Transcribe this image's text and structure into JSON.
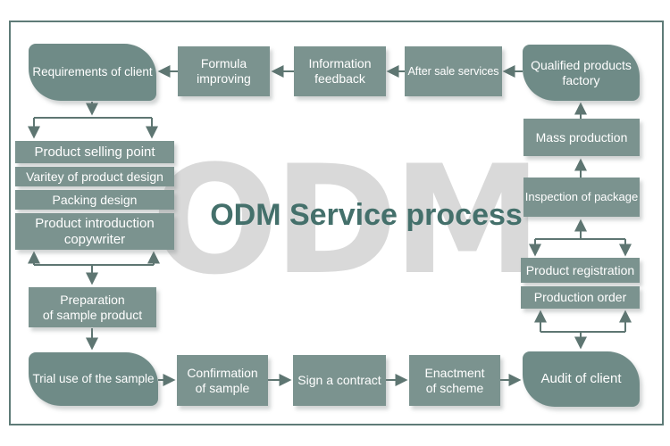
{
  "title": "ODM Service process",
  "watermark": "ODM",
  "colors": {
    "box_fill": "#7b938f",
    "corner_box_fill": "#6f8b87",
    "box_text": "#ffffff",
    "arrow": "#5e7672",
    "frame_border": "#5e7b77",
    "title_color": "#44706b",
    "watermark_color": "#d9d9d9",
    "background": "#ffffff"
  },
  "nodes": {
    "requirements": {
      "label": "Requirements of client"
    },
    "formula": {
      "label": "Formula\nimproving"
    },
    "feedback": {
      "label": "Information\nfeedback"
    },
    "after_sale": {
      "label": "After sale services"
    },
    "factory": {
      "label": "Qualified products\nfactory"
    },
    "selling_point": {
      "label": "Product selling point"
    },
    "variety": {
      "label": "Varitey of product design"
    },
    "packing": {
      "label": "Packing design"
    },
    "copywriter": {
      "label": "Product introduction\ncopywriter"
    },
    "preparation": {
      "label": "Preparation\nof sample product"
    },
    "trial": {
      "label": "Trial use of the sample"
    },
    "confirmation": {
      "label": "Confirmation\nof sample"
    },
    "contract": {
      "label": "Sign a contract"
    },
    "enactment": {
      "label": "Enactment\nof scheme"
    },
    "audit": {
      "label": "Audit of client"
    },
    "registration": {
      "label": "Product registration"
    },
    "production_order": {
      "label": "Production order"
    },
    "inspection": {
      "label": "Inspection of package"
    },
    "mass_production": {
      "label": "Mass production"
    }
  }
}
